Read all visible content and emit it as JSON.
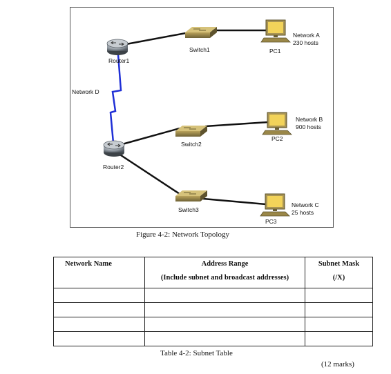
{
  "topology": {
    "devices": {
      "router1": "Router1",
      "router2": "Router2",
      "switch1": "Switch1",
      "switch2": "Switch2",
      "switch3": "Switch3",
      "pc1": "PC1",
      "pc2": "PC2",
      "pc3": "PC3"
    },
    "networks": {
      "a_name": "Network A",
      "a_hosts": "230 hosts",
      "b_name": "Network B",
      "b_hosts": "900 hosts",
      "c_name": "Network C",
      "c_hosts": "25 hosts",
      "d_name": "Network D"
    },
    "colors": {
      "ethernet": "#111111",
      "serial": "#1f2fd6"
    }
  },
  "figure_caption": "Figure 4-2: Network Topology",
  "table": {
    "headers": {
      "network_name": "Network Name",
      "address_range": "Address Range",
      "address_range_note": "(Include subnet and broadcast addresses)",
      "subnet_mask": "Subnet Mask",
      "subnet_mask_note": "(/X)"
    },
    "rows": [
      [
        "",
        "",
        ""
      ],
      [
        "",
        "",
        ""
      ],
      [
        "",
        "",
        ""
      ],
      [
        "",
        "",
        ""
      ]
    ]
  },
  "table_caption": "Table 4-2: Subnet Table",
  "marks": "(12 marks)"
}
